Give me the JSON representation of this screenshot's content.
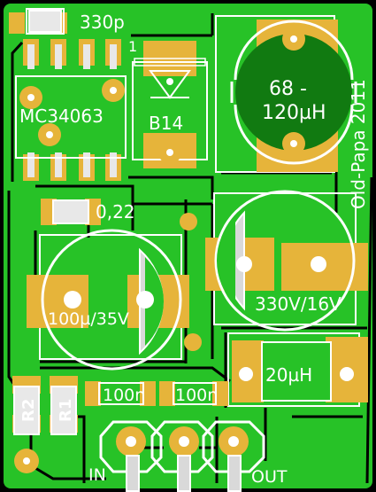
{
  "board": {
    "colors": {
      "background": "#000000",
      "copper": "#27c227",
      "copper_dark": "#118a11",
      "pad": "#e6b43a",
      "hole": "#ffffff",
      "silk": "#ffffff",
      "silk_fill": "#e8e8e8"
    },
    "labels": {
      "cap_small": "330p",
      "ic": "MC34063",
      "pin1_mark": "1",
      "diode": "B14",
      "inductor_main_line1": "68 -",
      "inductor_main_line2": "120µH",
      "resistor_sense": "0,22",
      "cap_input": "100µ/35V",
      "cap_output": "330V/16V",
      "inductor_filter": "20µH",
      "resistor_r2": "R2",
      "resistor_r1": "R1",
      "cap_ceramic_left": "100n",
      "cap_ceramic_right": "100n",
      "connector_in": "IN",
      "connector_out": "OUT",
      "author": "Old-Papa 2011"
    }
  }
}
